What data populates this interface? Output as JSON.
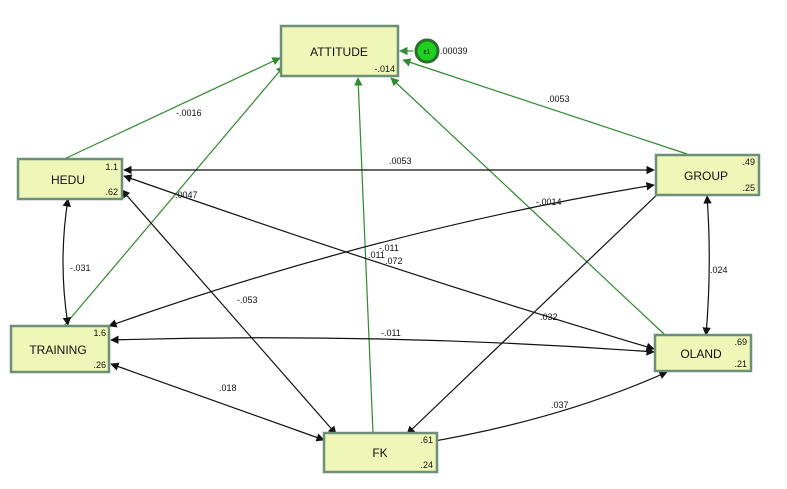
{
  "nodes": {
    "attitude": {
      "label": "ATTITUDE",
      "bottom_right": "-.014"
    },
    "hedu": {
      "label": "HEDU",
      "top_right": "1.1",
      "bottom_right": ".62"
    },
    "group": {
      "label": "GROUP",
      "top_right": ".49",
      "bottom_right": ".25"
    },
    "training": {
      "label": "TRAINING",
      "top_right": "1.6",
      "bottom_right": ".26"
    },
    "oland": {
      "label": "OLAND",
      "top_right": ".69",
      "bottom_right": ".21"
    },
    "fk": {
      "label": "FK",
      "top_right": ".61",
      "bottom_right": ".24"
    }
  },
  "error_term": {
    "label": "ε1",
    "value": ".00039"
  },
  "paths": [
    {
      "from": "HEDU",
      "to": "ATTITUDE",
      "kind": "regression",
      "label": "-.0016"
    },
    {
      "from": "TRAINING",
      "to": "ATTITUDE",
      "kind": "regression",
      "label": ".0047"
    },
    {
      "from": "FK",
      "to": "ATTITUDE",
      "kind": "regression",
      "label": ".011"
    },
    {
      "from": "OLAND",
      "to": "ATTITUDE",
      "kind": "regression",
      "label": "-.0014"
    },
    {
      "from": "GROUP",
      "to": "ATTITUDE",
      "kind": "regression",
      "label": ".0053"
    },
    {
      "from": "HEDU",
      "to": "GROUP",
      "kind": "covariance",
      "label": ".0053"
    },
    {
      "from": "HEDU",
      "to": "TRAINING",
      "kind": "covariance",
      "label": "-.031"
    },
    {
      "from": "HEDU",
      "to": "OLAND",
      "kind": "covariance",
      "label": ".072"
    },
    {
      "from": "HEDU",
      "to": "FK",
      "kind": "covariance",
      "label": "-.053"
    },
    {
      "from": "TRAINING",
      "to": "GROUP",
      "kind": "covariance",
      "label": "-.011"
    },
    {
      "from": "TRAINING",
      "to": "OLAND",
      "kind": "covariance",
      "label": "-.011"
    },
    {
      "from": "TRAINING",
      "to": "FK",
      "kind": "covariance",
      "label": ".018"
    },
    {
      "from": "GROUP",
      "to": "OLAND",
      "kind": "covariance",
      "label": ".024"
    },
    {
      "from": "GROUP",
      "to": "FK",
      "kind": "covariance",
      "label": ".032"
    },
    {
      "from": "OLAND",
      "to": "FK",
      "kind": "covariance",
      "label": ".037"
    }
  ],
  "colors": {
    "regression_path": "#2e8b2e",
    "covariance_path": "#111111",
    "node_fill": "#eef6b8",
    "node_border": "#6c8f78",
    "error_fill": "#1fd11f",
    "error_ring": "#2b6e2b"
  }
}
